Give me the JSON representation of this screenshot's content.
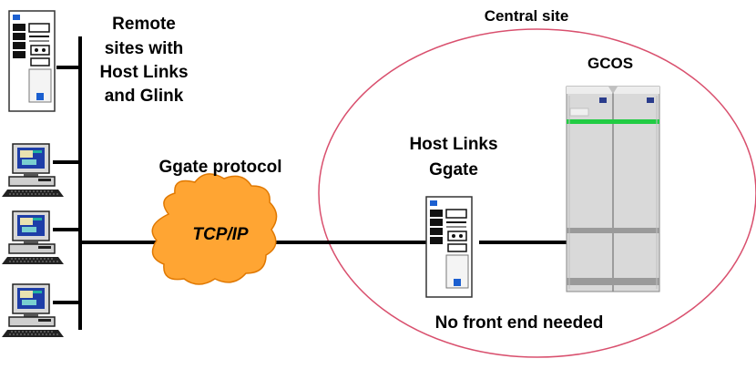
{
  "labels": {
    "remote_sites": [
      "Remote",
      "sites with",
      "Host Links",
      "and Glink"
    ],
    "central_site": "Central site",
    "gcos": "GCOS",
    "host_links_ggate": [
      "Host Links",
      "Ggate"
    ],
    "ggate_protocol": "Ggate protocol",
    "tcpip": "TCP/IP",
    "no_front_end": "No front end needed"
  },
  "colors": {
    "cloud_fill": "#FFA533",
    "cloud_stroke": "#E07800",
    "ellipse_stroke": "#D9506E",
    "line": "#000000",
    "cabinet_fill": "#D9D9D9",
    "cabinet_shadow": "#9A9A9A",
    "green_strip": "#22CC44",
    "blue_badge": "#2A3C8C"
  },
  "icons": {
    "remote_server": "server-tower-icon",
    "workstations": [
      "workstation-icon",
      "workstation-icon",
      "workstation-icon"
    ],
    "host_server": "server-tower-icon",
    "mainframe": "mainframe-cabinet-icon",
    "cloud": "network-cloud-icon"
  }
}
